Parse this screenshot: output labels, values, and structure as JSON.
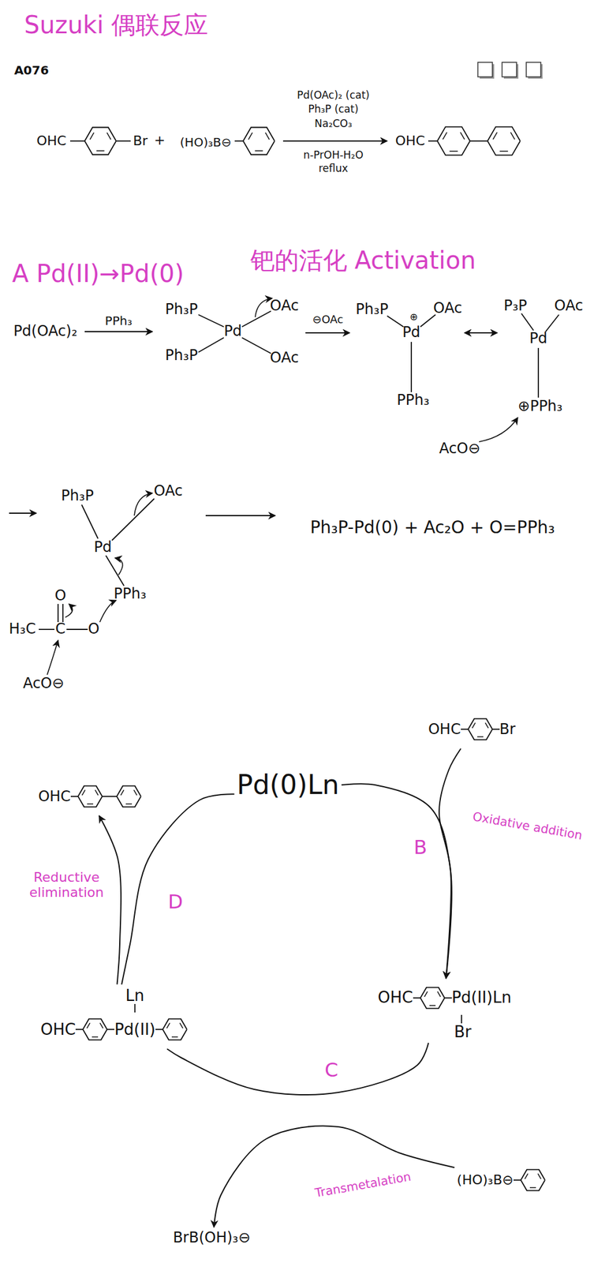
{
  "diagram": {
    "title": "Suzuki 偶联反应",
    "nodes": [
      {
        "text": [
          "Pd(0)Ln"
        ]
      },
      {
        "text": [
          "OHC",
          "Br"
        ]
      },
      {
        "text": [
          "OHC",
          "Pd(II)Ln",
          "Br"
        ]
      },
      {
        "text": [
          "(HO)₃B⊖"
        ]
      },
      {
        "text": [
          "BrB(OH)₃⊖"
        ]
      },
      {
        "text": [
          "Ln",
          "OHC",
          "Pd(II)"
        ]
      },
      {
        "text": [
          "OHC"
        ]
      }
    ],
    "edges": [
      {
        "from": 0,
        "to": 2,
        "arrow": "to",
        "label": "Oxidative addition"
      },
      {
        "from": 1,
        "to": 2,
        "arrow": "to"
      },
      {
        "from": 3,
        "to": 4,
        "arrow": "to",
        "label": "Transmetalation"
      },
      {
        "from": 2,
        "to": 5,
        "arrow": "none"
      },
      {
        "from": 5,
        "to": 6,
        "arrow": "to",
        "label": "Reductive elimination"
      },
      {
        "from": 5,
        "to": 0,
        "arrow": "none"
      }
    ],
    "labels": [
      "A076",
      "OHC",
      "Br",
      "+",
      "(HO)₃B⊖",
      "Pd(OAc)₂ (cat)",
      "Ph₃P (cat)",
      "Na₂CO₃",
      "n-PrOH-H₂O",
      "reflux",
      "OHC",
      "A Pd(II)→Pd(0)",
      "钯的活化 Activation",
      "Pd(OAc)₂",
      "PPh₃",
      "Ph₃P",
      "Pd",
      "OAc",
      "Ph₃P",
      "OAc",
      "⊖OAc",
      "Ph₃P",
      "⊕",
      "Pd",
      "OAc",
      "PPh₃",
      "P₃P",
      "OAc",
      "Pd",
      "⊕PPh₃",
      "AcO⊖",
      "Ph₃P",
      "OAc",
      "Pd",
      "PPh₃",
      "O",
      "H₃C",
      "C",
      "O",
      "AcO⊖",
      "Ph₃P-Pd(0) + Ac₂O + O=PPh₃",
      "B",
      "C",
      "D"
    ]
  }
}
